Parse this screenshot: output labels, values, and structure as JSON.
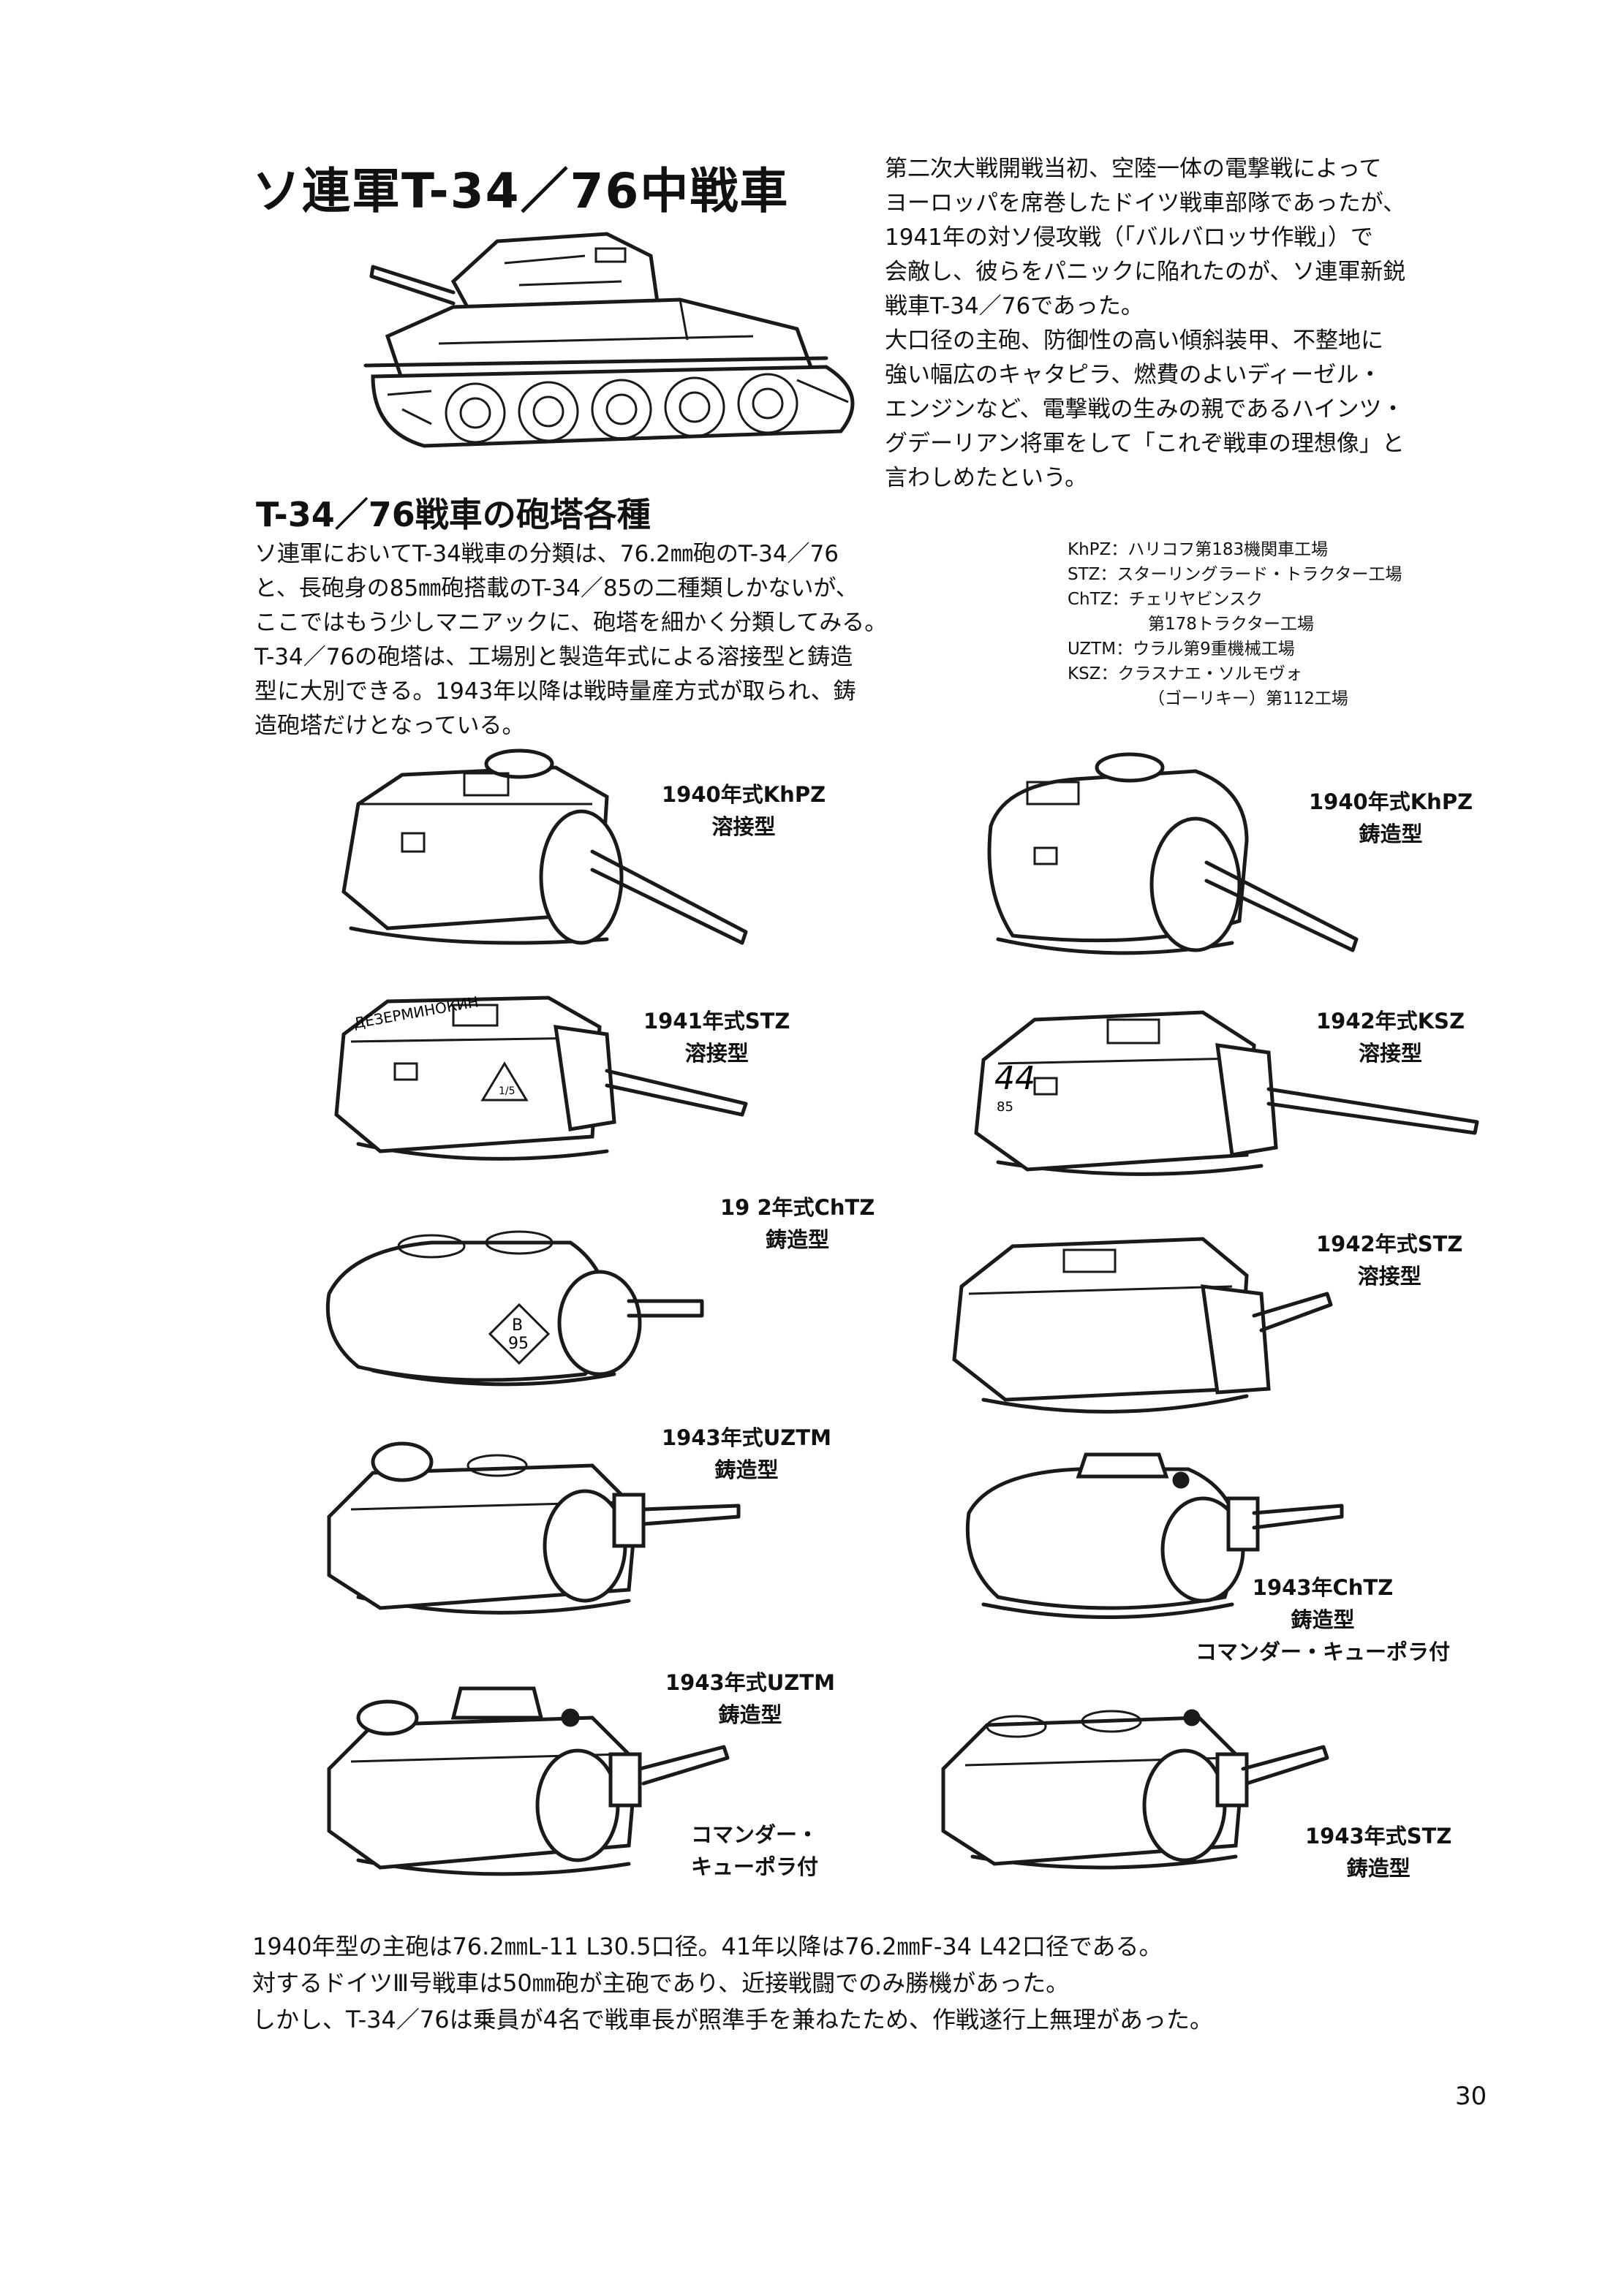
{
  "title": "ソ連軍T-34／76中戦車",
  "intro": [
    "第二次大戦開戦当初、空陸一体の電撃戦によって",
    "ヨーロッパを席巻したドイツ戦車部隊であったが、",
    "1941年の対ソ侵攻戦（「バルバロッサ作戦」）で",
    "会敵し、彼らをパニックに陥れたのが、ソ連軍新鋭",
    "戦車T-34／76であった。",
    "大口径の主砲、防御性の高い傾斜装甲、不整地に",
    "強い幅広のキャタピラ、燃費のよいディーゼル・",
    "エンジンなど、電撃戦の生みの親であるハインツ・",
    "グデーリアン将軍をして「これぞ戦車の理想像」と",
    "言わしめたという。"
  ],
  "section_title": "T-34／76戦車の砲塔各種",
  "section_body": [
    "ソ連軍においてT-34戦車の分類は、76.2㎜砲のT-34／76",
    "と、長砲身の85㎜砲搭載のT-34／85の二種類しかないが、",
    "ここではもう少しマニアックに、砲塔を細かく分類してみる。",
    "T-34／76の砲塔は、工場別と製造年式による溶接型と鋳造",
    "型に大別できる。1943年以降は戦時量産方式が取られ、鋳",
    "造砲塔だけとなっている。"
  ],
  "legend": [
    "KhPZ：ハリコフ第183機関車工場",
    "STZ：スターリングラード・トラクター工場",
    "ChTZ：チェリヤビンスク",
    "第178トラクター工場",
    "UZTM：ウラル第9重機械工場",
    "KSZ：クラスナエ・ソルモヴォ",
    "（ゴーリキー）第112工場"
  ],
  "turrets": [
    {
      "year": "1940年式KhPZ",
      "type": "溶接型",
      "extra": ""
    },
    {
      "year": "1940年式KhPZ",
      "type": "鋳造型",
      "extra": ""
    },
    {
      "year": "1941年式STZ",
      "type": "溶接型",
      "extra": ""
    },
    {
      "year": "1942年式KSZ",
      "type": "溶接型",
      "extra": ""
    },
    {
      "year": "19 2年式ChTZ",
      "type": "鋳造型",
      "extra": ""
    },
    {
      "year": "1942年式STZ",
      "type": "溶接型",
      "extra": ""
    },
    {
      "year": "1943年式UZTM",
      "type": "鋳造型",
      "extra": ""
    },
    {
      "year": "1943年ChTZ",
      "type": "鋳造型",
      "extra": "コマンダー・キューポラ付"
    },
    {
      "year": "1943年式UZTM",
      "type": "鋳造型",
      "extra": "コマンダー・",
      "extra2": "キューポラ付"
    },
    {
      "year": "1943年式STZ",
      "type": "鋳造型",
      "extra": ""
    }
  ],
  "turret_markings": {
    "t3": "ДЕЗЕРМИНОКИН",
    "t3_badge": "1/5",
    "t4": "44",
    "t4_sub": "85",
    "t5_badge": "B",
    "t5_badge_num": "95"
  },
  "footnotes": [
    "1940年型の主砲は76.2㎜L-11 L30.5口径。41年以降は76.2㎜F-34 L42口径である。",
    "対するドイツⅢ号戦車は50㎜砲が主砲であり、近接戦闘でのみ勝機があった。",
    "しかし、T-34／76は乗員が4名で戦車長が照準手を兼ねたため、作戦遂行上無理があった。"
  ],
  "page_number": "30"
}
